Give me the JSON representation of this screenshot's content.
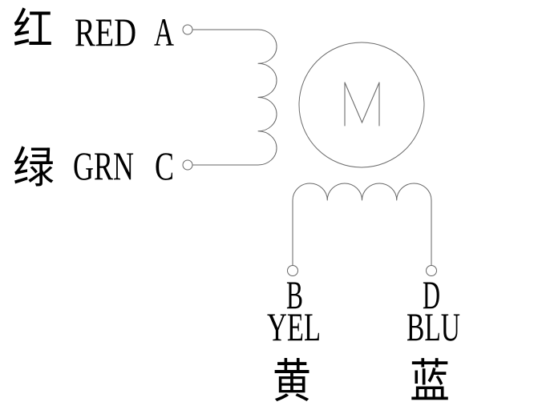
{
  "background_color": "#ffffff",
  "line_color": "#666666",
  "text_color": "#000000",
  "motor": {
    "label": "M"
  },
  "labels": {
    "zh_red": "红",
    "en_red": "RED",
    "terminal_a": "A",
    "zh_green": "绿",
    "en_green": "GRN",
    "terminal_c": "C",
    "terminal_b": "B",
    "en_yellow": "YEL",
    "zh_yellow": "黄",
    "terminal_d": "D",
    "en_blue": "BLU",
    "zh_blue": "蓝"
  },
  "windings": [
    {
      "name": "winding A-C",
      "terminals": [
        "A",
        "C"
      ],
      "wire_colors": [
        "RED",
        "GRN"
      ]
    },
    {
      "name": "winding B-D",
      "terminals": [
        "B",
        "D"
      ],
      "wire_colors": [
        "YEL",
        "BLU"
      ]
    }
  ]
}
